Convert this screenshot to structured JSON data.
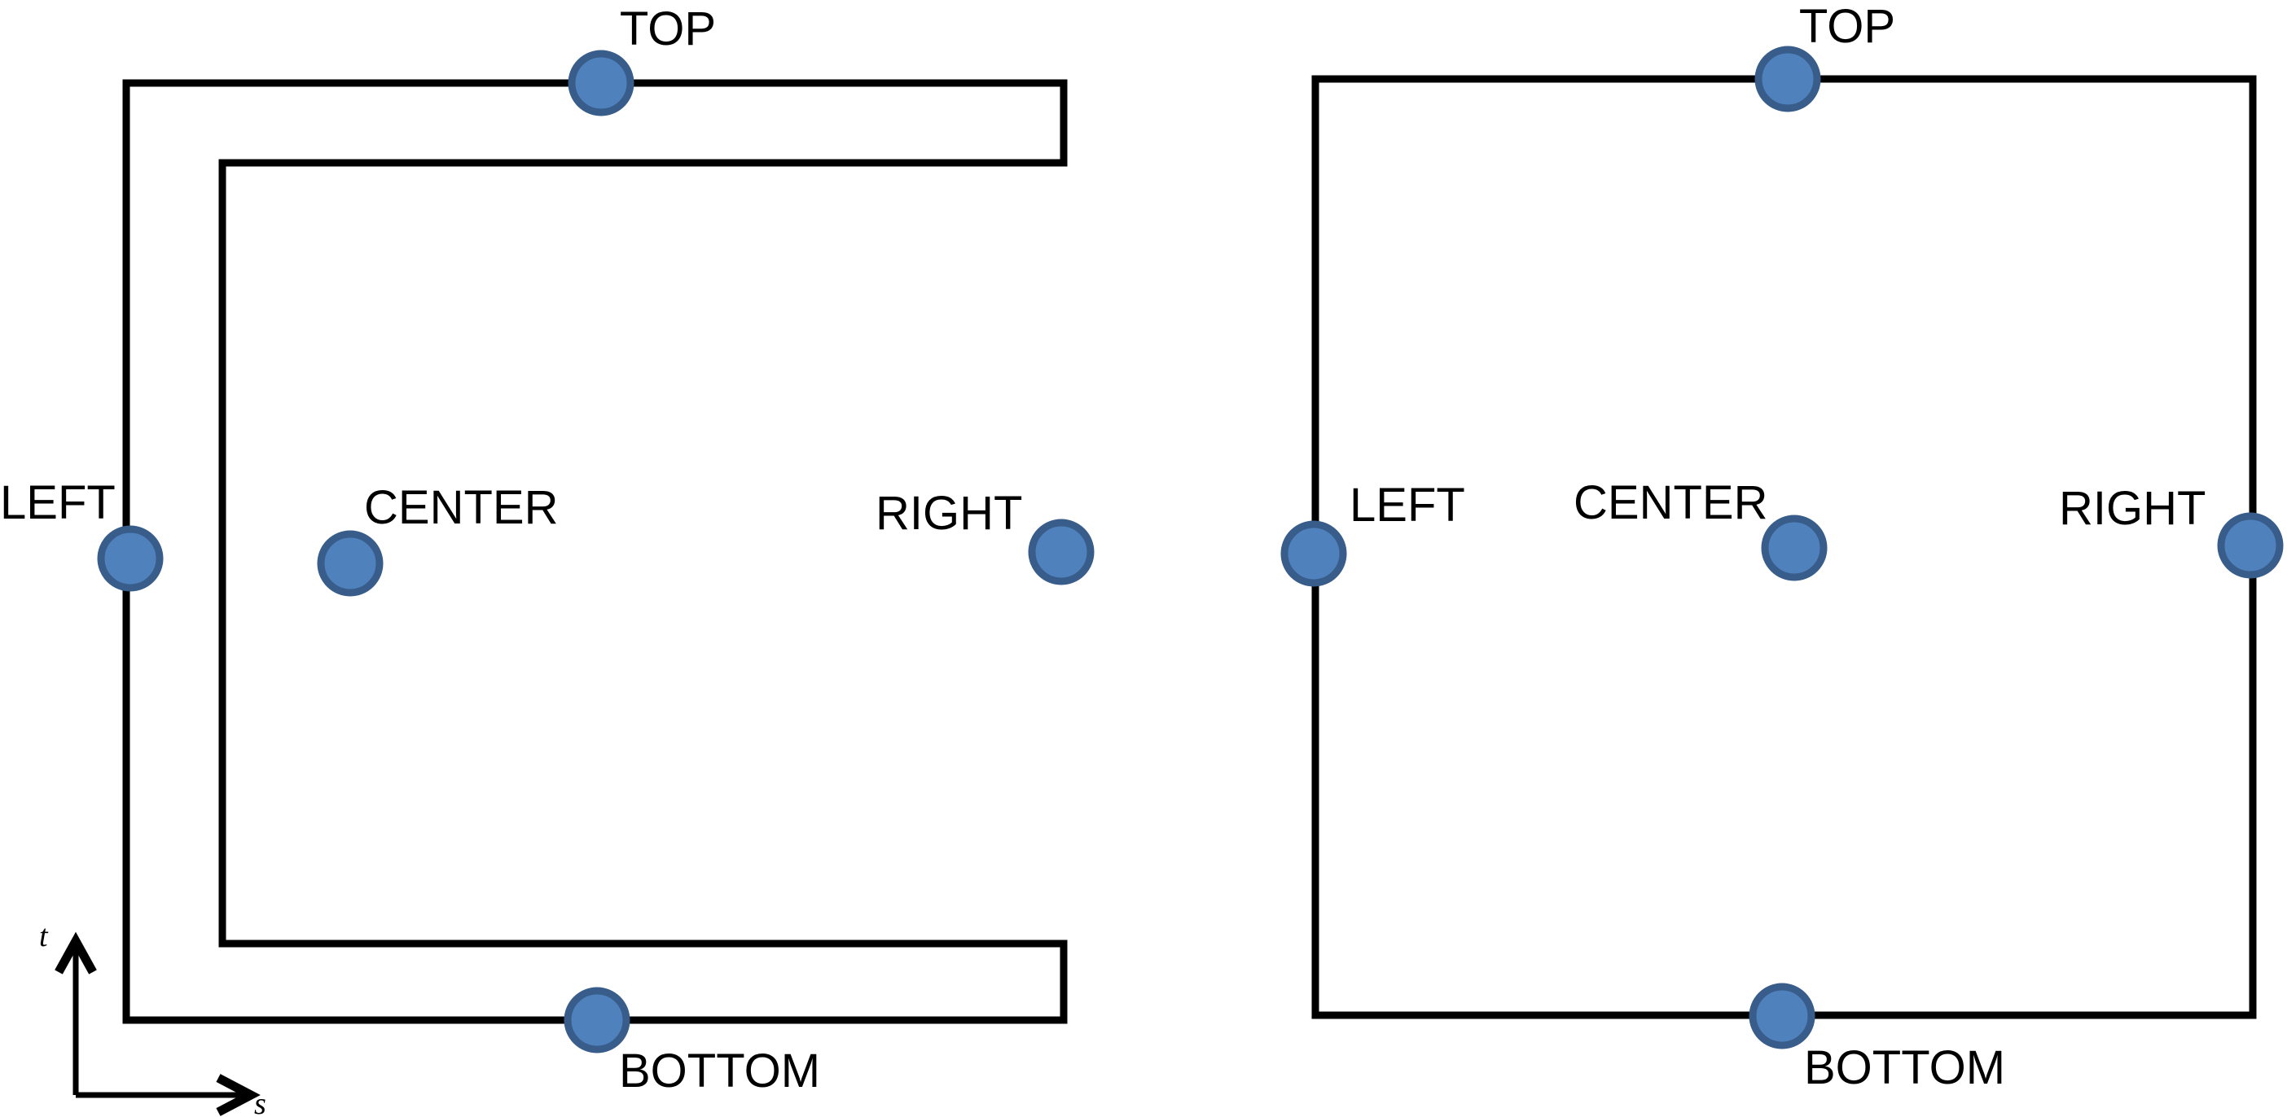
{
  "colors": {
    "background": "#ffffff",
    "outline": "#000000",
    "dot_fill": "#4F81BD",
    "dot_stroke": "#385D8A"
  },
  "left_shape": {
    "kind": "c-outline",
    "labels": {
      "top": "TOP",
      "left": "LEFT",
      "center": "CENTER",
      "right": "RIGHT",
      "bottom": "BOTTOM"
    }
  },
  "right_shape": {
    "kind": "square-outline",
    "labels": {
      "top": "TOP",
      "left": "LEFT",
      "center": "CENTER",
      "right": "RIGHT",
      "bottom": "BOTTOM"
    }
  },
  "axis": {
    "vertical_label": "t",
    "horizontal_label": "s"
  }
}
